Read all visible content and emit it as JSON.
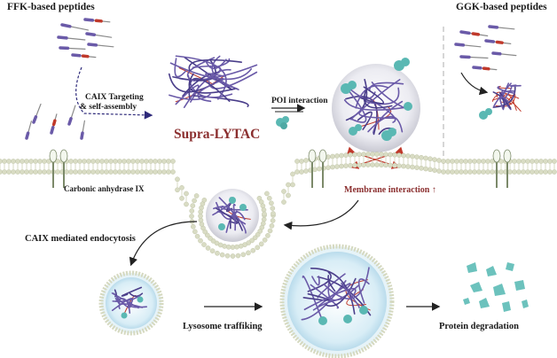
{
  "labels": {
    "ffk": "FFK-based peptides",
    "ggk": "GGK-based peptides",
    "caix_targeting_line1": "CAIX Targeting",
    "caix_targeting_line2": "& self-assembly",
    "supra_lytac": "Supra-LYTAC",
    "poi_interaction": "POI interaction",
    "carbonic_anhydrase": "Carbonic anhydrase IX",
    "membrane_interaction": "Membrane interaction ↑",
    "endocytosis": "CAIX mediated endocytosis",
    "lysosome_trafficking": "Lysosome traffiking",
    "protein_degradation": "Protein degradation"
  },
  "colors": {
    "fiber": "#6a5aa8",
    "fiber_dark": "#4a3e8a",
    "accent_red": "#c0392b",
    "protein": "#5ab8b3",
    "membrane": "#d9dcc4",
    "lysosome": "#bfe0ee"
  }
}
